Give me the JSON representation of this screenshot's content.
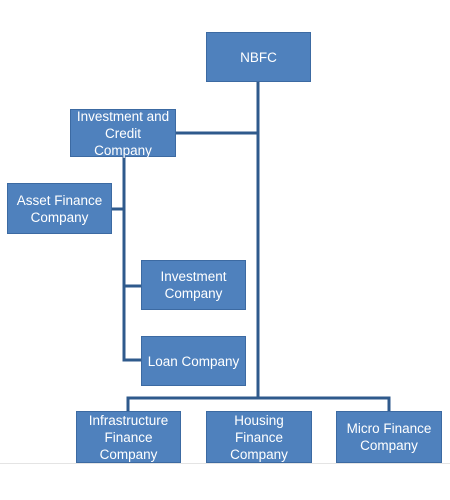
{
  "nodes": {
    "nbfc": "NBFC",
    "investment_credit": "Investment and Credit Company",
    "asset_finance": "Asset Finance Company",
    "investment": "Investment Company",
    "loan": "Loan Company",
    "infrastructure": "Infrastructure Finance Company",
    "housing": "Housing Finance Company",
    "micro": "Micro Finance Company"
  },
  "colors": {
    "box_fill": "#4f81bd",
    "box_border": "#3c6aa2",
    "connector": "#2f5a8c",
    "text": "#ffffff"
  }
}
